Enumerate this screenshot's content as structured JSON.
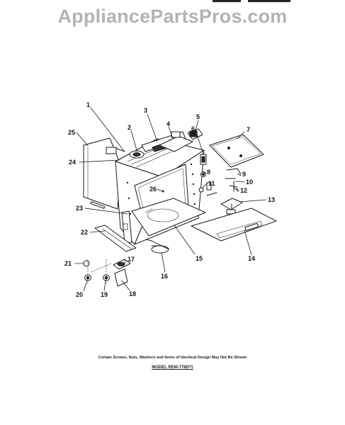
{
  "watermark": "AppliancePartsPros.com",
  "footer": {
    "note": "Certain Screws, Nuts, Washers and Items of Identical Design May Not Be Shown",
    "model": "MODEL REM-778D*1"
  },
  "callouts": [
    {
      "id": "1",
      "label": "1"
    },
    {
      "id": "2",
      "label": "2"
    },
    {
      "id": "3",
      "label": "3"
    },
    {
      "id": "4",
      "label": "4"
    },
    {
      "id": "5",
      "label": "5"
    },
    {
      "id": "6",
      "label": "6"
    },
    {
      "id": "7",
      "label": "7"
    },
    {
      "id": "8",
      "label": "8"
    },
    {
      "id": "9",
      "label": "9"
    },
    {
      "id": "10",
      "label": "10"
    },
    {
      "id": "11",
      "label": "11"
    },
    {
      "id": "12",
      "label": "12"
    },
    {
      "id": "13",
      "label": "13"
    },
    {
      "id": "14",
      "label": "14"
    },
    {
      "id": "15",
      "label": "15"
    },
    {
      "id": "16",
      "label": "16"
    },
    {
      "id": "17",
      "label": "17"
    },
    {
      "id": "18",
      "label": "18"
    },
    {
      "id": "19",
      "label": "19"
    },
    {
      "id": "20",
      "label": "20"
    },
    {
      "id": "21",
      "label": "21"
    },
    {
      "id": "22",
      "label": "22"
    },
    {
      "id": "23",
      "label": "23"
    },
    {
      "id": "24",
      "label": "24"
    },
    {
      "id": "25",
      "label": "25"
    },
    {
      "id": "26",
      "label": "26"
    }
  ]
}
